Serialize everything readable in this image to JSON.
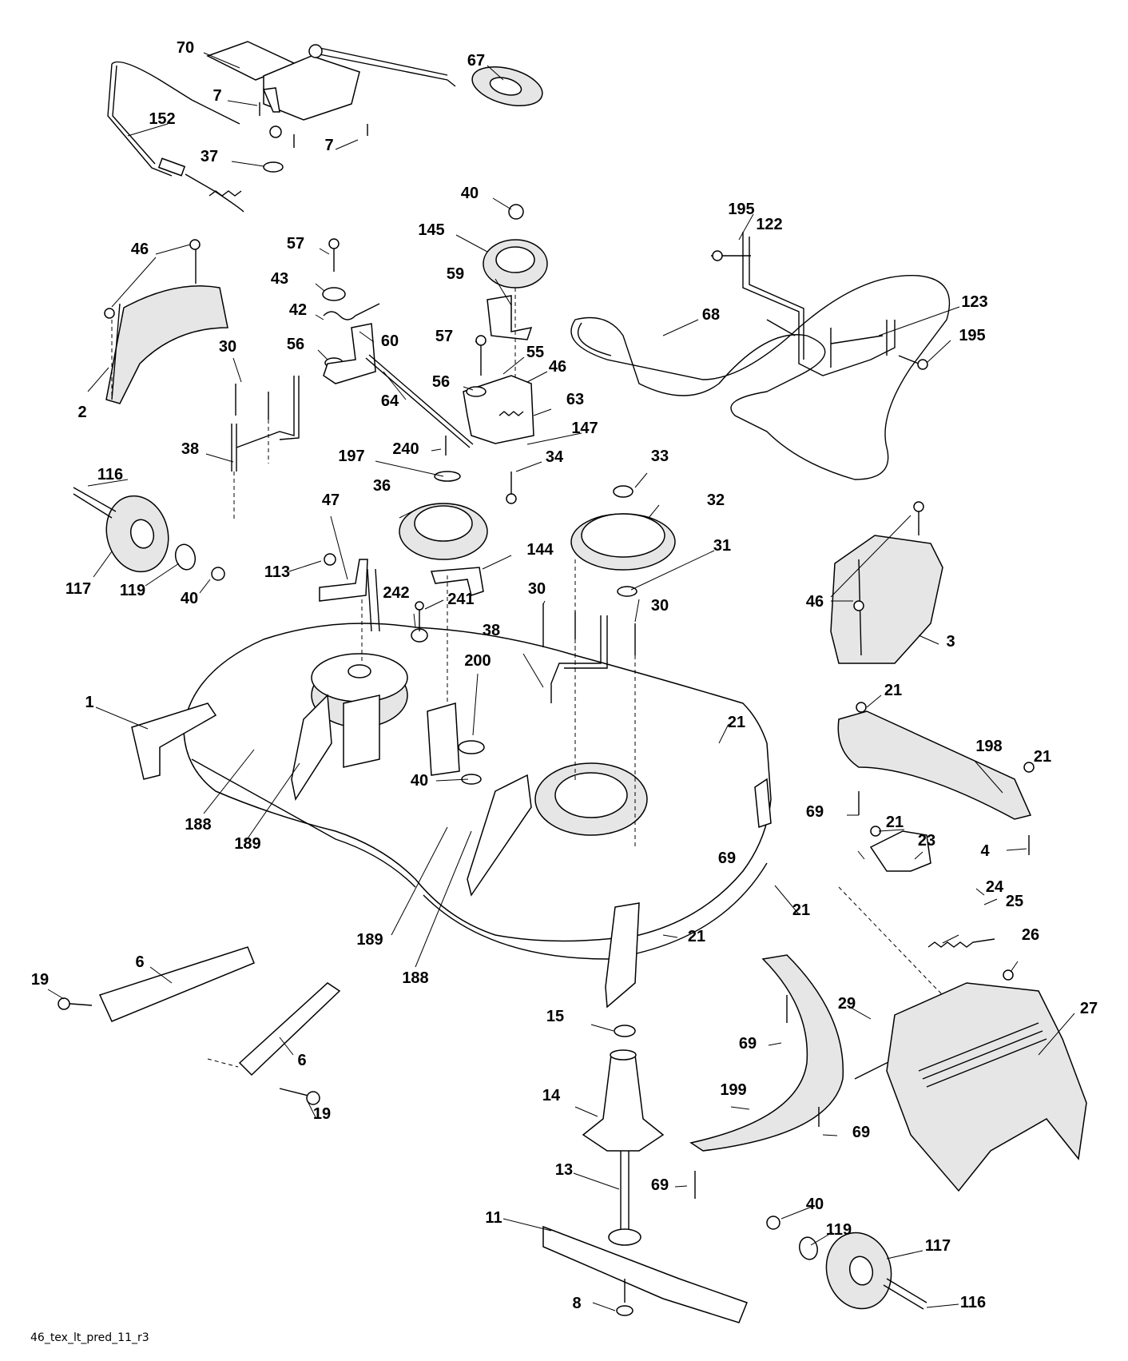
{
  "diagram": {
    "footer_code": "46_tex_lt_pred_11_r3",
    "callouts": [
      {
        "id": "70",
        "text": "70"
      },
      {
        "id": "67",
        "text": "67"
      },
      {
        "id": "7a",
        "text": "7"
      },
      {
        "id": "152",
        "text": "152"
      },
      {
        "id": "7b",
        "text": "7"
      },
      {
        "id": "37",
        "text": "37"
      },
      {
        "id": "40a",
        "text": "40"
      },
      {
        "id": "145",
        "text": "145"
      },
      {
        "id": "195a",
        "text": "195"
      },
      {
        "id": "122",
        "text": "122"
      },
      {
        "id": "57a",
        "text": "57"
      },
      {
        "id": "46a",
        "text": "46"
      },
      {
        "id": "43",
        "text": "43"
      },
      {
        "id": "59",
        "text": "59"
      },
      {
        "id": "123",
        "text": "123"
      },
      {
        "id": "42",
        "text": "42"
      },
      {
        "id": "68",
        "text": "68"
      },
      {
        "id": "57b",
        "text": "57"
      },
      {
        "id": "195b",
        "text": "195"
      },
      {
        "id": "30a",
        "text": "30"
      },
      {
        "id": "56a",
        "text": "56"
      },
      {
        "id": "60",
        "text": "60"
      },
      {
        "id": "55",
        "text": "55"
      },
      {
        "id": "56b",
        "text": "56"
      },
      {
        "id": "46b",
        "text": "46"
      },
      {
        "id": "64",
        "text": "64"
      },
      {
        "id": "63",
        "text": "63"
      },
      {
        "id": "2",
        "text": "2"
      },
      {
        "id": "147",
        "text": "147"
      },
      {
        "id": "38a",
        "text": "38"
      },
      {
        "id": "240",
        "text": "240"
      },
      {
        "id": "197",
        "text": "197"
      },
      {
        "id": "34",
        "text": "34"
      },
      {
        "id": "33",
        "text": "33"
      },
      {
        "id": "116a",
        "text": "116"
      },
      {
        "id": "36",
        "text": "36"
      },
      {
        "id": "32",
        "text": "32"
      },
      {
        "id": "47",
        "text": "47"
      },
      {
        "id": "144",
        "text": "144"
      },
      {
        "id": "31",
        "text": "31"
      },
      {
        "id": "113",
        "text": "113"
      },
      {
        "id": "117a",
        "text": "117"
      },
      {
        "id": "119a",
        "text": "119"
      },
      {
        "id": "40b",
        "text": "40"
      },
      {
        "id": "46c",
        "text": "46"
      },
      {
        "id": "242",
        "text": "242"
      },
      {
        "id": "241",
        "text": "241"
      },
      {
        "id": "30b",
        "text": "30"
      },
      {
        "id": "30c",
        "text": "30"
      },
      {
        "id": "3",
        "text": "3"
      },
      {
        "id": "38b",
        "text": "38"
      },
      {
        "id": "200",
        "text": "200"
      },
      {
        "id": "1",
        "text": "1"
      },
      {
        "id": "21a",
        "text": "21"
      },
      {
        "id": "21b",
        "text": "21"
      },
      {
        "id": "198",
        "text": "198"
      },
      {
        "id": "21c",
        "text": "21"
      },
      {
        "id": "40c",
        "text": "40"
      },
      {
        "id": "188a",
        "text": "188"
      },
      {
        "id": "69a",
        "text": "69"
      },
      {
        "id": "189a",
        "text": "189"
      },
      {
        "id": "21d",
        "text": "21"
      },
      {
        "id": "23",
        "text": "23"
      },
      {
        "id": "4",
        "text": "4"
      },
      {
        "id": "69b",
        "text": "69"
      },
      {
        "id": "24",
        "text": "24"
      },
      {
        "id": "25",
        "text": "25"
      },
      {
        "id": "21e",
        "text": "21"
      },
      {
        "id": "189b",
        "text": "189"
      },
      {
        "id": "21f",
        "text": "21"
      },
      {
        "id": "26",
        "text": "26"
      },
      {
        "id": "6a",
        "text": "6"
      },
      {
        "id": "19a",
        "text": "19"
      },
      {
        "id": "188b",
        "text": "188"
      },
      {
        "id": "27",
        "text": "27"
      },
      {
        "id": "15",
        "text": "15"
      },
      {
        "id": "29",
        "text": "29"
      },
      {
        "id": "69c",
        "text": "69"
      },
      {
        "id": "6b",
        "text": "6"
      },
      {
        "id": "14",
        "text": "14"
      },
      {
        "id": "19b",
        "text": "19"
      },
      {
        "id": "199",
        "text": "199"
      },
      {
        "id": "69d",
        "text": "69"
      },
      {
        "id": "13",
        "text": "13"
      },
      {
        "id": "69e",
        "text": "69"
      },
      {
        "id": "40d",
        "text": "40"
      },
      {
        "id": "11",
        "text": "11"
      },
      {
        "id": "119b",
        "text": "119"
      },
      {
        "id": "117b",
        "text": "117"
      },
      {
        "id": "8",
        "text": "8"
      },
      {
        "id": "116b",
        "text": "116"
      }
    ]
  }
}
